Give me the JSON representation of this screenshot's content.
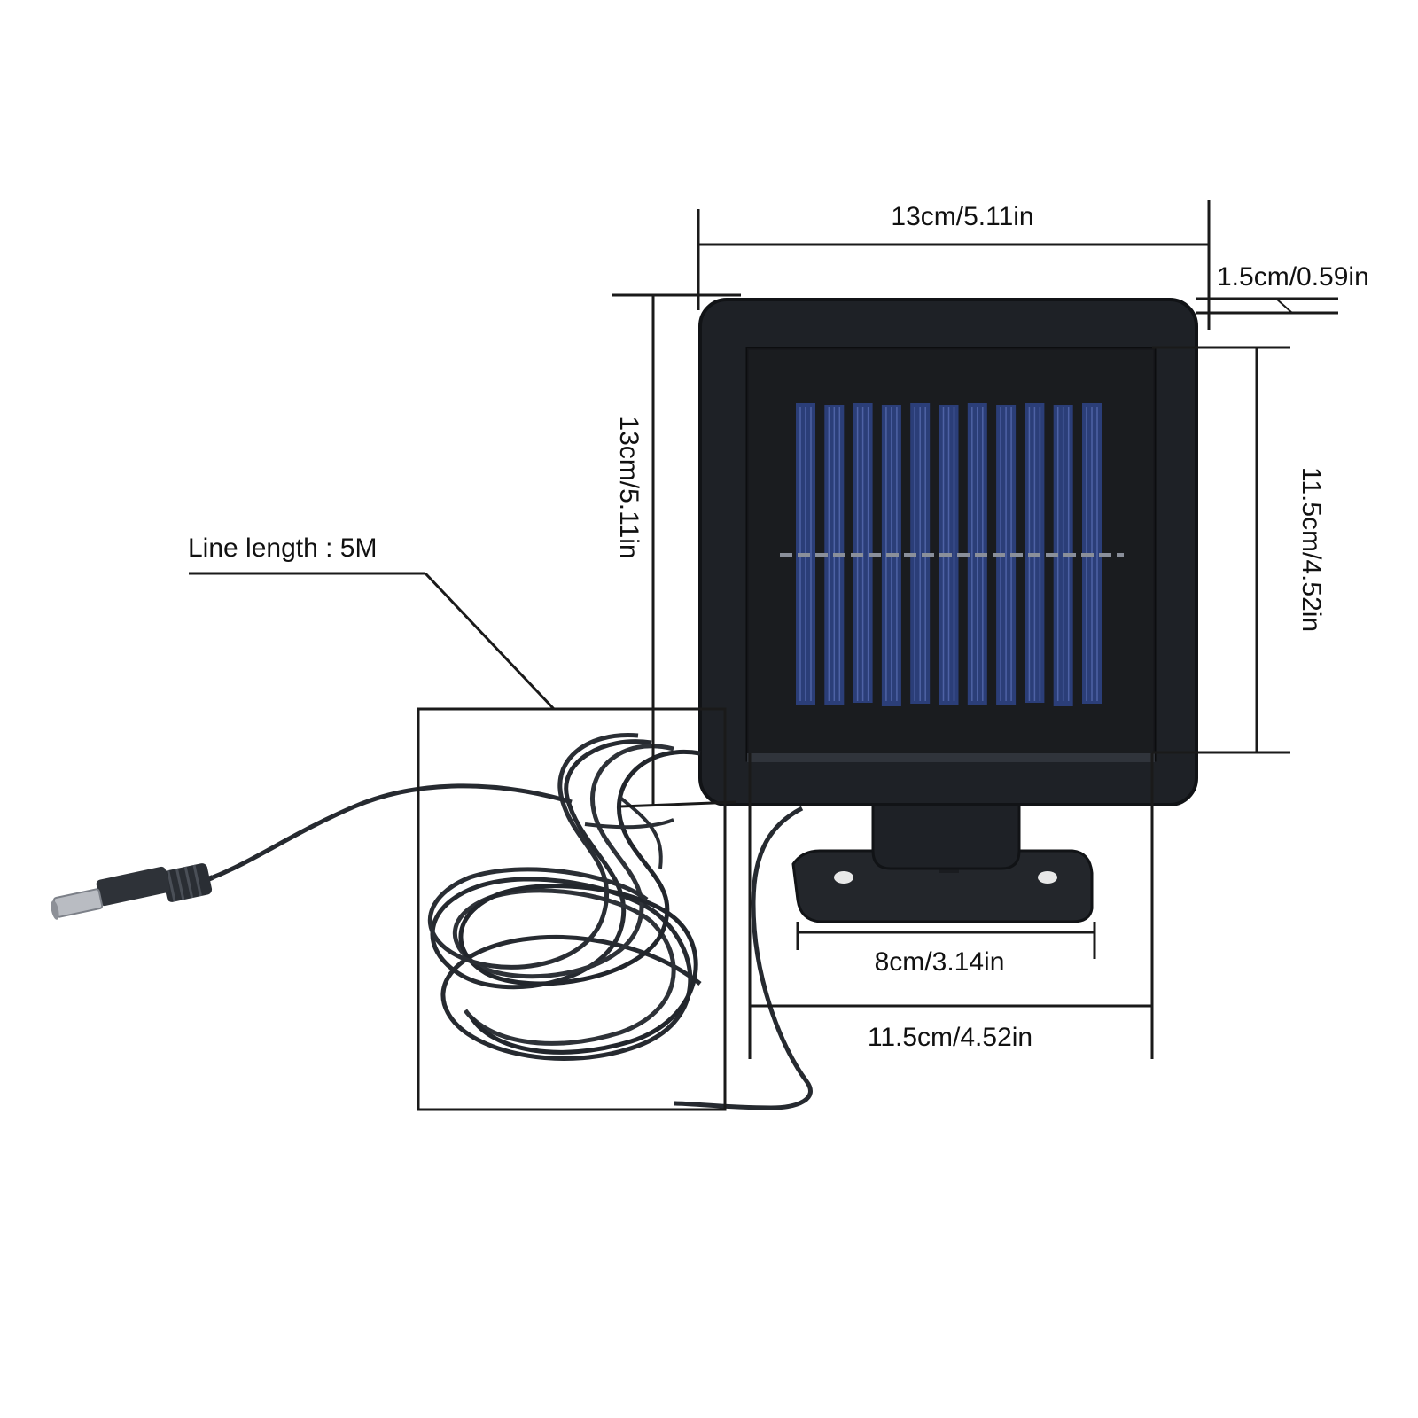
{
  "dimensions": {
    "top_width": "13cm/5.11in",
    "thickness": "1.5cm/0.59in",
    "left_height": "13cm/5.11in",
    "panel_height": "11.5cm/4.52in",
    "base_width": "8cm/3.14in",
    "panel_width": "11.5cm/4.52in"
  },
  "cable": {
    "label": "Line length : 5M"
  },
  "colors": {
    "housing": "#1e2126",
    "housing_edge": "#111316",
    "panel_glass": "#141619",
    "cell_blue": "#2b3e78",
    "cell_highlight": "#5d72b8",
    "cable": "#262a30",
    "lines": "#1a1a1a"
  }
}
